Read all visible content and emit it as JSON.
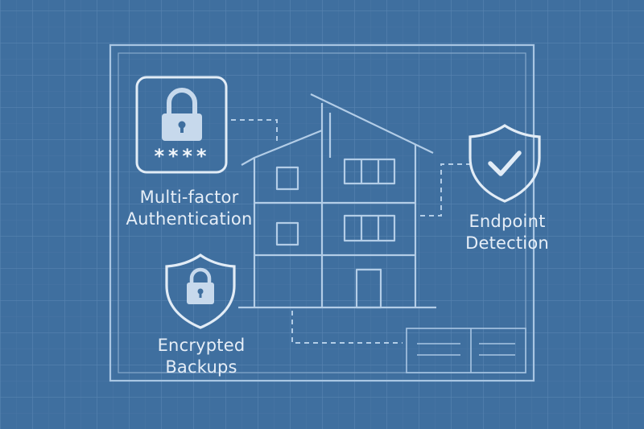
{
  "colors": {
    "background": "#3f6f9f",
    "blueprint_line": "#a9c6e3",
    "icon_fill": "#c7d9ec",
    "text": "#e6eef7"
  },
  "features": {
    "mfa": {
      "line1": "Multi-factor",
      "line2": "Authentication",
      "icon": "padlock-icon",
      "mask": "****"
    },
    "endpoint": {
      "line1": "Endpoint",
      "line2": "Detection",
      "icon": "shield-check-icon"
    },
    "backups": {
      "line1": "Encrypted",
      "line2": "Backups",
      "icon": "shield-lock-icon"
    }
  }
}
